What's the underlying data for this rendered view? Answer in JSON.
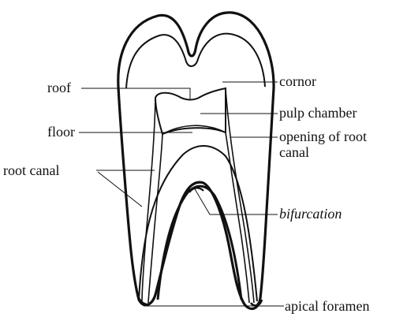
{
  "diagram": {
    "labels": {
      "roof": "roof",
      "floor": "floor",
      "root_canal": "root canal",
      "cornor": "cornor",
      "pulp_chamber": "pulp chamber",
      "opening_of_root_canal": "opening of root canal",
      "bifurcation": "bifurcation",
      "apical_foramen": "apical foramen"
    },
    "colors": {
      "ink": "#111111",
      "background": "#ffffff"
    }
  }
}
